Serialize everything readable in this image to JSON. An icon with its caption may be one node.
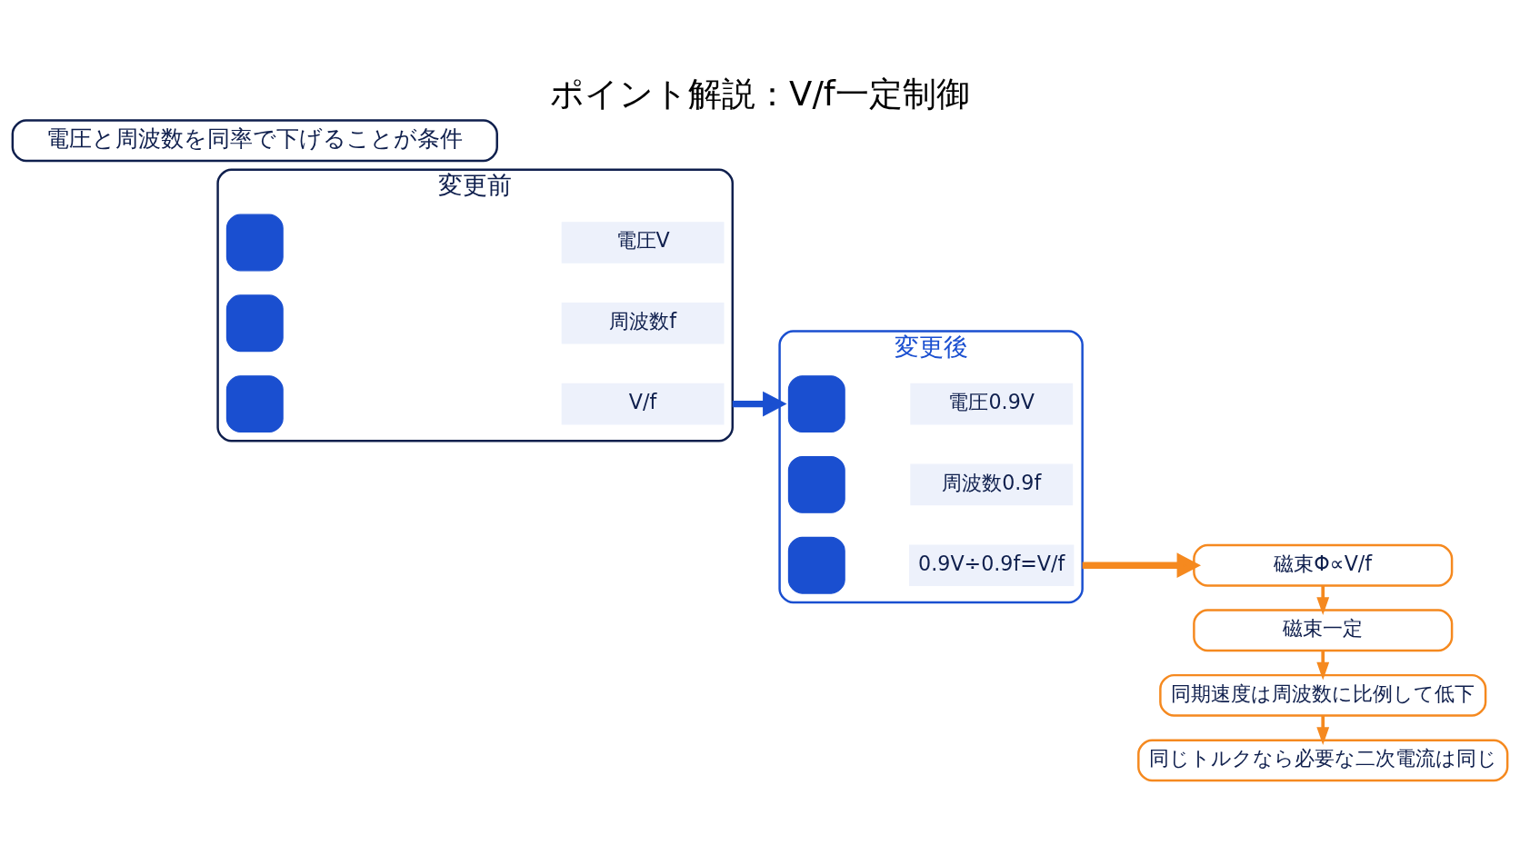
{
  "diagram": {
    "title": "ポイント解説：V/f一定制御",
    "nodes": [
      {
        "text": [
          "変更前"
        ]
      },
      {
        "text": [],
        "shape": "box",
        "in": 0
      },
      {
        "text": [
          "電圧V"
        ],
        "in": 0
      },
      {
        "text": [],
        "shape": "box",
        "in": 0
      },
      {
        "text": [
          "周波数f"
        ],
        "in": 0
      },
      {
        "text": [],
        "shape": "box",
        "in": 0
      },
      {
        "text": [
          "V/f"
        ],
        "in": 0
      },
      {
        "text": [
          "変更後"
        ]
      },
      {
        "text": [],
        "shape": "box",
        "in": 7
      },
      {
        "text": [
          "電圧0.9V"
        ],
        "in": 7
      },
      {
        "text": [],
        "shape": "box",
        "in": 7
      },
      {
        "text": [
          "周波数0.9f"
        ],
        "in": 7
      },
      {
        "text": [],
        "shape": "box",
        "in": 7
      },
      {
        "text": [
          "0.9V÷0.9f=V/f"
        ],
        "in": 7
      },
      {
        "text": [
          "磁束Φ∝V/f"
        ]
      },
      {
        "text": [
          "磁束一定"
        ]
      },
      {
        "text": [
          "同期速度は周波数に比例して低下"
        ]
      },
      {
        "text": [
          "同じトルクなら必要な二次電流は同じ"
        ]
      },
      {
        "text": [
          "電圧と周波数を同率で下げることが条件"
        ]
      }
    ],
    "edges": [
      {
        "from": 0,
        "to": 7,
        "arrow": "to",
        "style": "thick",
        "color": "#1a4fd0"
      },
      {
        "from": 7,
        "to": 14,
        "arrow": "to",
        "style": "thick"
      },
      {
        "from": 14,
        "to": 15,
        "arrow": "to"
      },
      {
        "from": 15,
        "to": 16,
        "arrow": "to"
      },
      {
        "from": 16,
        "to": 17,
        "arrow": "to"
      }
    ]
  }
}
